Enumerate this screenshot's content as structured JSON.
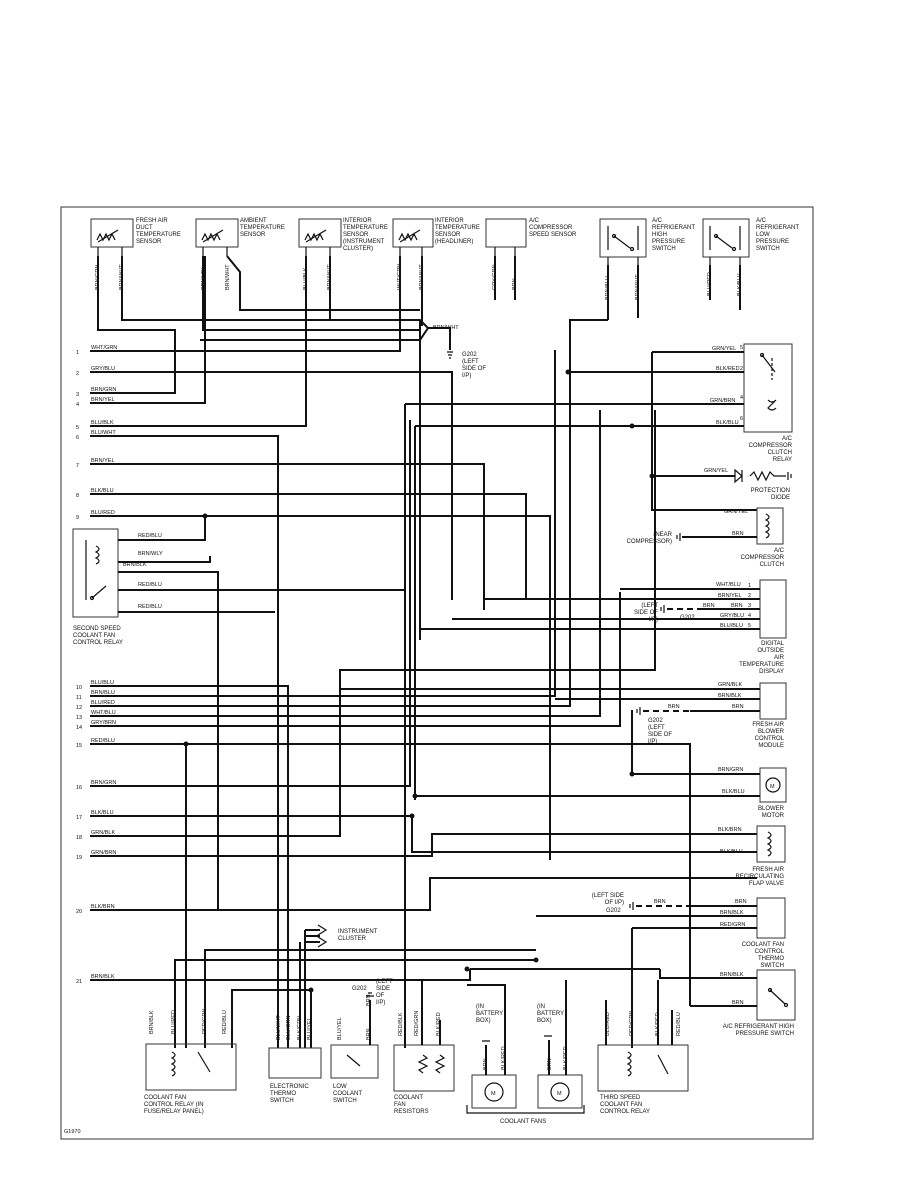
{
  "components": {
    "fresh_air_sensor": "FRESH AIR DUCT TEMPERATURE SENSOR",
    "ambient_sensor": "AMBIENT TEMPERATURE SENSOR",
    "interior_sensor_cluster": "INTERIOR TEMPERATURE SENSOR (INSTRUMENT CLUSTER)",
    "interior_sensor_headliner": "INTERIOR TEMPERATURE SENSOR (HEADLINER)",
    "compressor_speed_sensor": "A/C COMPRESSOR SPEED SENSOR",
    "high_pressure_switch": "A/C REFRIGERANT HIGH PRESSURE SWITCH",
    "low_pressure_switch": "A/C REFRIGERANT LOW PRESSURE SWITCH",
    "compressor_clutch_relay": "A/C COMPRESSOR CLUTCH RELAY",
    "protection_diode": "PROTECTION DIODE",
    "compressor_clutch": "A/C COMPRESSOR CLUTCH",
    "near_compressor": "(NEAR COMPRESSOR)",
    "digital_display": "DIGITAL OUTSIDE AIR TEMPERATURE DISPLAY",
    "blower_module": "FRESH AIR BLOWER CONTROL MODULE",
    "blower_motor": "BLOWER MOTOR",
    "recirc_valve": "FRESH AIR RECIRCULATING FLAP VALVE",
    "coolant_thermo_switch": "COOLANT FAN CONTROL THERMO SWITCH",
    "refrig_high_switch_2": "A/C REFRIGERANT HIGH PRESSURE SWITCH",
    "second_speed_relay": "SECOND SPEED COOLANT FAN CONTROL RELAY",
    "coolant_fan_relay": "COOLANT FAN CONTROL RELAY (IN FUSE/RELAY PANEL)",
    "electronic_thermo_switch": "ELECTRONIC THERMO SWITCH",
    "low_coolant_switch": "LOW COOLANT SWITCH",
    "coolant_fan_resistors": "COOLANT FAN RESISTORS",
    "coolant_fans": "COOLANT FANS",
    "third_speed_relay": "THIRD SPEED COOLANT FAN CONTROL RELAY",
    "instrument_cluster": "INSTRUMENT CLUSTER",
    "in_battery_box": "(IN BATTERY BOX)",
    "g202_left_side_vp": "G202 (LEFT SIDE OF I/P)",
    "left_side_of_ip": "(LEFT SIDE OF I/P)",
    "g202": "G202"
  },
  "pins": [
    "1",
    "2",
    "3",
    "4",
    "5",
    "6",
    "7",
    "8",
    "9",
    "10",
    "11",
    "12",
    "13",
    "14",
    "15",
    "16",
    "17",
    "18",
    "19",
    "20",
    "21"
  ],
  "pin_wires": [
    "WHT/GRN",
    "GRY/BLU",
    "BRN/GRN",
    "BRN/YEL",
    "BLU/BLK",
    "BLU/WHT",
    "BRN/YEL",
    "BLK/BLU",
    "BLU/RED",
    "BLU/BLU",
    "BRN/BLU",
    "BLU/RED",
    "WHT/BLU",
    "GRY/BRN",
    "RED/BLU",
    "BRN/GRN",
    "BLK/BLU",
    "GRN/BLK",
    "GRN/BRN",
    "BLK/BRN",
    "BRN/BLK"
  ],
  "wire_labels": {
    "brn_grn": "BRN/GRN",
    "brn_wht": "BRN/WHT",
    "brn_yel": "BRN/YEL",
    "blu_blk": "BLU/BLK",
    "wht_grn": "WHT/GRN",
    "gry_grn": "GRY/GRN",
    "brn": "BRN",
    "brn_blu": "BRN/BLU",
    "blk_red": "BLK/RED",
    "blk_blu": "BLK/BLU",
    "grn_yel": "GRN/YEL",
    "blu_red": "BLU/RED",
    "grn_brn": "GRN/BRN",
    "blu_blu": "BLU/BLU",
    "wht_blu": "WHT/BLU",
    "gry_blu": "GRY/BLU",
    "brn_blk": "BRN/BLK",
    "blk_brn": "BLK/BRN",
    "red_grn": "RED/GRN",
    "red_blu": "RED/BLU",
    "red_blk": "RED/BLK",
    "brn_wly": "BRN/WLY",
    "blu_wht": "BLU/WHT",
    "blu_yel": "BLU/YEL",
    "blk_grn": "BLK/GRN",
    "blu_grn": "BLU/GRN",
    "grn_blk": "GRN/BLK",
    "blk_wht": "BLK/WHT",
    "red_yel": "RED/YEL"
  },
  "display_pins": [
    "1",
    "2",
    "3",
    "4",
    "5"
  ],
  "relay_pins": [
    "5",
    "2",
    "4",
    "6"
  ],
  "figure_id": "G1970"
}
